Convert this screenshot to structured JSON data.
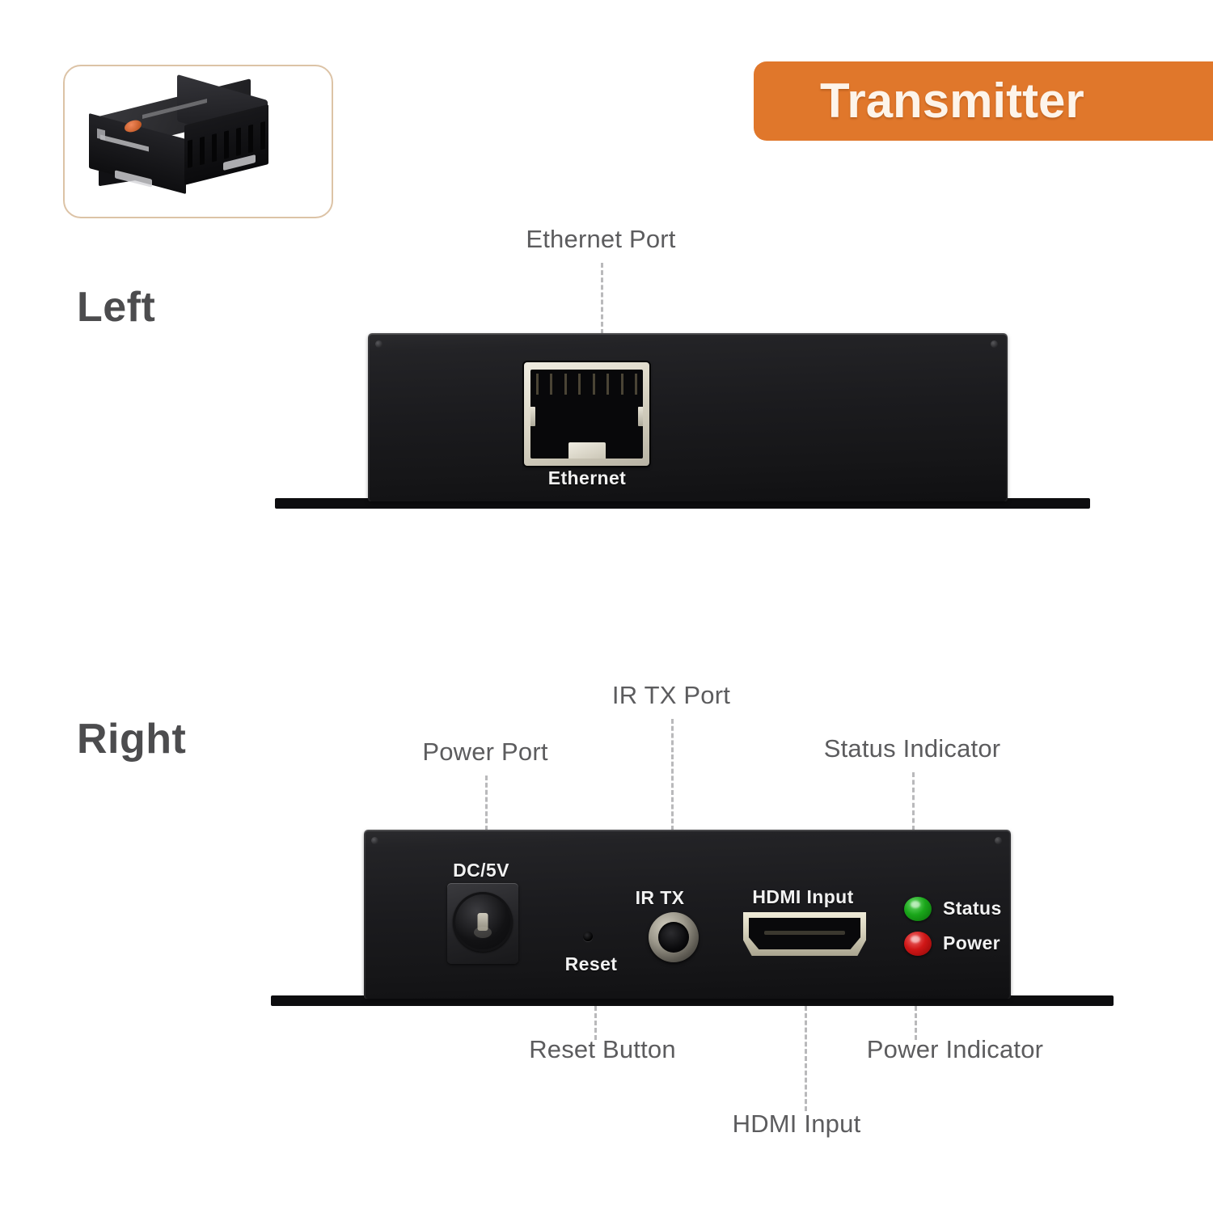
{
  "banner": {
    "label": "Transmitter",
    "color": "#e0772b",
    "text_color": "#fdf4ea"
  },
  "thumbnail": {
    "name": "product-thumbnail",
    "border_color": "#dcc3a6"
  },
  "sections": {
    "left": {
      "caption": "Left"
    },
    "right": {
      "caption": "Right"
    }
  },
  "left_panel": {
    "callouts": [
      {
        "key": "ethernet_port",
        "label": "Ethernet Port"
      }
    ],
    "silkscreen": [
      {
        "key": "ethernet",
        "label": "Ethernet"
      }
    ]
  },
  "right_panel": {
    "callouts": [
      {
        "key": "power_port",
        "label": "Power Port"
      },
      {
        "key": "ir_tx_port",
        "label": "IR TX Port"
      },
      {
        "key": "status_indicator",
        "label": "Status Indicator"
      },
      {
        "key": "reset_button",
        "label": "Reset Button"
      },
      {
        "key": "hdmi_input",
        "label": "HDMI Input"
      },
      {
        "key": "power_indicator",
        "label": "Power Indicator"
      }
    ],
    "silkscreen": [
      {
        "key": "dc5v",
        "label": "DC/5V"
      },
      {
        "key": "reset",
        "label": "Reset"
      },
      {
        "key": "ir_tx",
        "label": "IR TX"
      },
      {
        "key": "hdmi_input",
        "label": "HDMI Input"
      },
      {
        "key": "status",
        "label": "Status"
      },
      {
        "key": "power",
        "label": "Power"
      }
    ],
    "leds": [
      {
        "key": "status",
        "label": "Status",
        "color": "#1aa61a"
      },
      {
        "key": "power",
        "label": "Power",
        "color": "#cf1616"
      }
    ]
  },
  "colors": {
    "chassis": "#1b1b1e",
    "label_text": "#5c5c5e",
    "caption_text": "#4c4c4e",
    "leader_line": "#b9b9bb",
    "silkscreen_text": "#f2f2f2",
    "metal_bezel": "#ded9c9",
    "hdmi_gold": "#d6d1bb"
  }
}
